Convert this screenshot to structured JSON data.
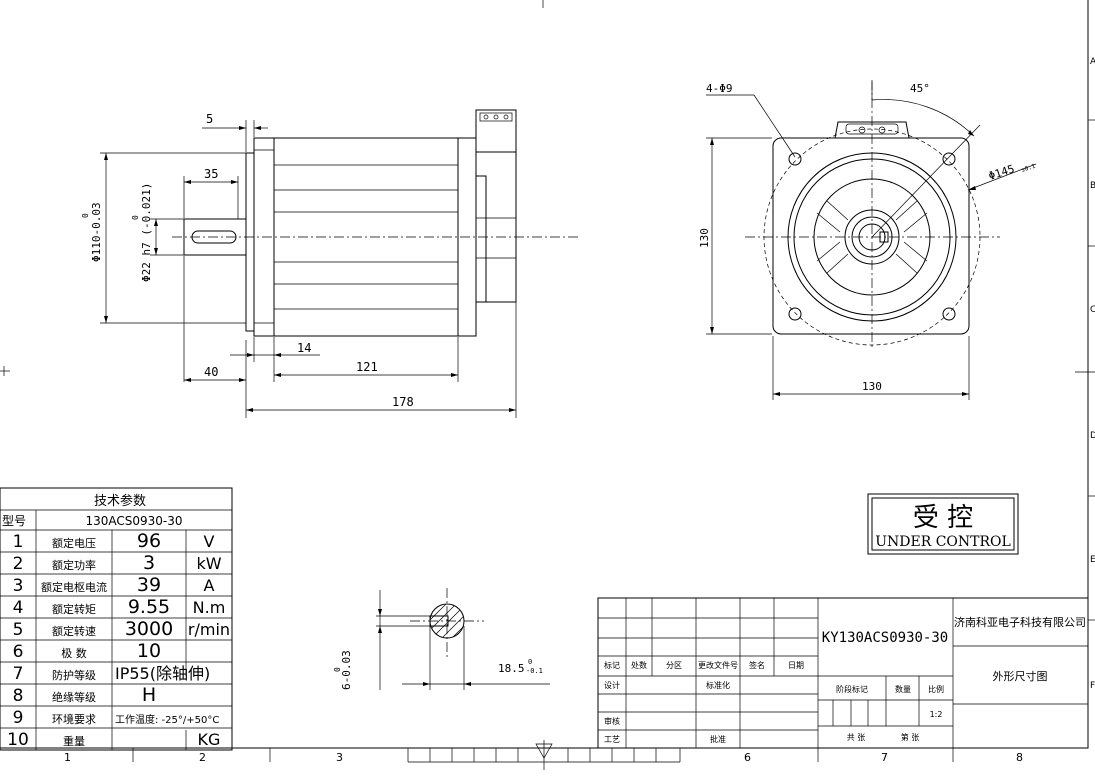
{
  "dims": {
    "d5": "5",
    "d35": "35",
    "d14": "14",
    "d121": "121",
    "d40": "40",
    "d178": "178",
    "phi110": "Φ110-0.03",
    "phi110_sup": "0",
    "phi22": "Φ22 h7 (-0.021)",
    "phi22_sup": "0",
    "d130v": "130",
    "d130h": "130",
    "holes": "4-Φ9",
    "angle": "45°",
    "phi145": "Φ145",
    "phi145_tol": "±0.1",
    "key_w": "6-0.03",
    "key_w_sup": "0",
    "key_d": "18.5",
    "key_d_sub": "-0.1",
    "key_d_sup": "0"
  },
  "stamp": {
    "cn": "受 控",
    "en": "UNDER CONTROL"
  },
  "params": {
    "title": "技术参数",
    "model_label": "型号",
    "model_value": "130ACS0930-30",
    "rows": [
      {
        "no": "1",
        "name": "额定电压",
        "value": "96",
        "unit": "V"
      },
      {
        "no": "2",
        "name": "额定功率",
        "value": "3",
        "unit": "kW"
      },
      {
        "no": "3",
        "name": "额定电枢电流",
        "value": "39",
        "unit": "A"
      },
      {
        "no": "4",
        "name": "额定转矩",
        "value": "9.55",
        "unit": "N.m"
      },
      {
        "no": "5",
        "name": "额定转速",
        "value": "3000",
        "unit": "r/min"
      },
      {
        "no": "6",
        "name": "极  数",
        "value": "10",
        "unit": ""
      },
      {
        "no": "7",
        "name": "防护等级",
        "value": "IP55(除轴伸)",
        "unit": ""
      },
      {
        "no": "8",
        "name": "绝缘等级",
        "value": "H",
        "unit": ""
      },
      {
        "no": "9",
        "name": "环境要求",
        "value": "工作温度: -25°/+50°C",
        "unit": ""
      },
      {
        "no": "10",
        "name": "重量",
        "value": "",
        "unit": "KG"
      }
    ]
  },
  "title_block": {
    "drawing_no": "KY130ACS0930-30",
    "company": "济南科亚电子科技有限公司",
    "drawing_name": "外形尺寸图",
    "labels": {
      "mark": "标记",
      "count": "处数",
      "zone": "分区",
      "change_doc": "更改文件号",
      "sign": "签名",
      "date": "日期",
      "design": "设计",
      "standardize": "标准化",
      "stage_mark": "阶段标记",
      "weight": "数量",
      "scale": "比例",
      "review": "审核",
      "process": "工艺",
      "approve": "批准",
      "total_sheets": "共 张",
      "sheet_no": "第 张"
    },
    "scale_value": "1:2"
  },
  "border": {
    "bottom_zones": [
      "1",
      "2",
      "3",
      "6",
      "7",
      "8"
    ],
    "right_zones": [
      "A",
      "B",
      "C",
      "D",
      "E",
      "F"
    ]
  }
}
